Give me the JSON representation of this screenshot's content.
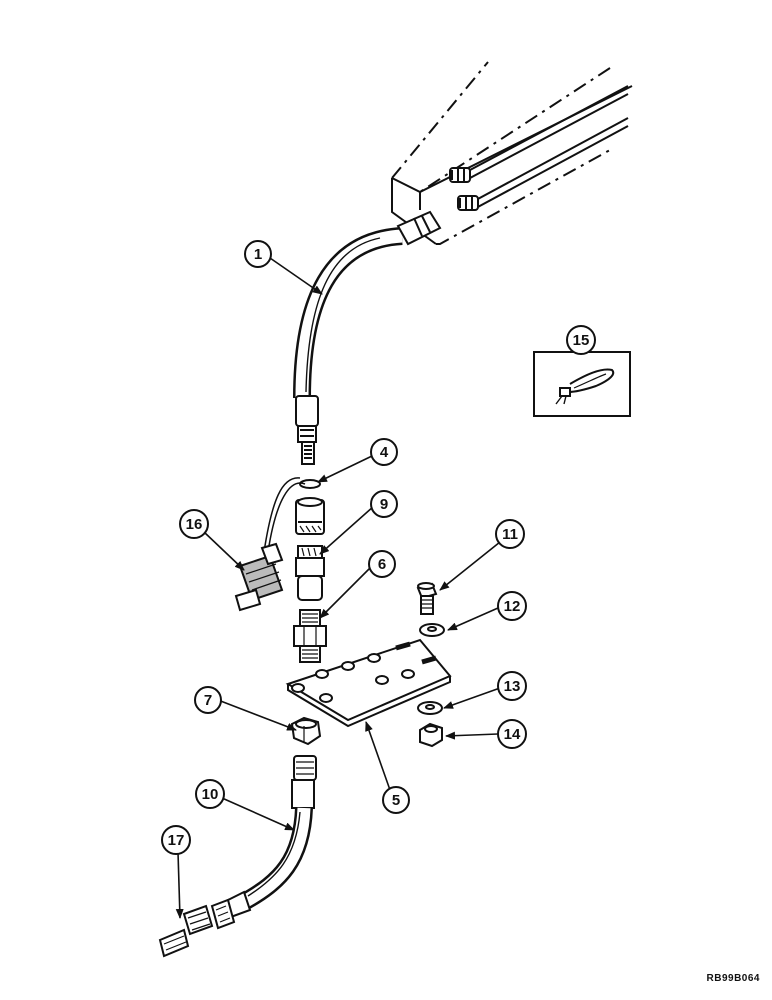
{
  "figure": {
    "reference_code": "RB99B064"
  },
  "callouts": [
    {
      "id": "c1",
      "label": "1"
    },
    {
      "id": "c4",
      "label": "4"
    },
    {
      "id": "c5",
      "label": "5"
    },
    {
      "id": "c6",
      "label": "6"
    },
    {
      "id": "c7",
      "label": "7"
    },
    {
      "id": "c9",
      "label": "9"
    },
    {
      "id": "c10",
      "label": "10"
    },
    {
      "id": "c11",
      "label": "11"
    },
    {
      "id": "c12",
      "label": "12"
    },
    {
      "id": "c13",
      "label": "13"
    },
    {
      "id": "c14",
      "label": "14"
    },
    {
      "id": "c15",
      "label": "15"
    },
    {
      "id": "c16",
      "label": "16"
    },
    {
      "id": "c17",
      "label": "17"
    }
  ]
}
